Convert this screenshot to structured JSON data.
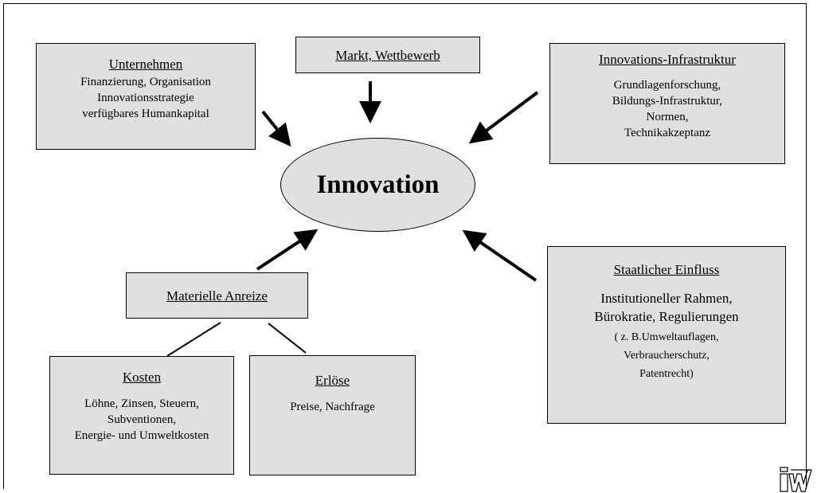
{
  "center": {
    "label": "Innovation"
  },
  "unternehmen": {
    "title": "Unternehmen",
    "lines": [
      "Finanzierung, Organisation",
      "Innovationsstrategie",
      "verfügbares Humankapital"
    ]
  },
  "markt": {
    "title": "Markt, Wettbewerb"
  },
  "infrastruktur": {
    "title": "Innovations-Infrastruktur",
    "lines": [
      "Grundlagenforschung,",
      "Bildungs-Infrastruktur,",
      "Normen,",
      "Technikakzeptanz"
    ]
  },
  "anreize": {
    "title": "Materielle Anreize"
  },
  "staat": {
    "title": "Staatlicher Einfluss",
    "lines": [
      "Institutioneller Rahmen,",
      "Bürokratie, Regulierungen"
    ],
    "small_lines": [
      "( z. B.Umweltauflagen,",
      "Verbraucherschutz,",
      "Patentrecht)"
    ]
  },
  "kosten": {
    "title": "Kosten",
    "lines": [
      "Löhne, Zinsen, Steuern,",
      "Subventionen,",
      "Energie- und Umweltkosten"
    ]
  },
  "erloese": {
    "title": "Erlöse",
    "lines": [
      "Preise, Nachfrage"
    ]
  },
  "logo": {
    "name": "iw-logo-icon"
  }
}
